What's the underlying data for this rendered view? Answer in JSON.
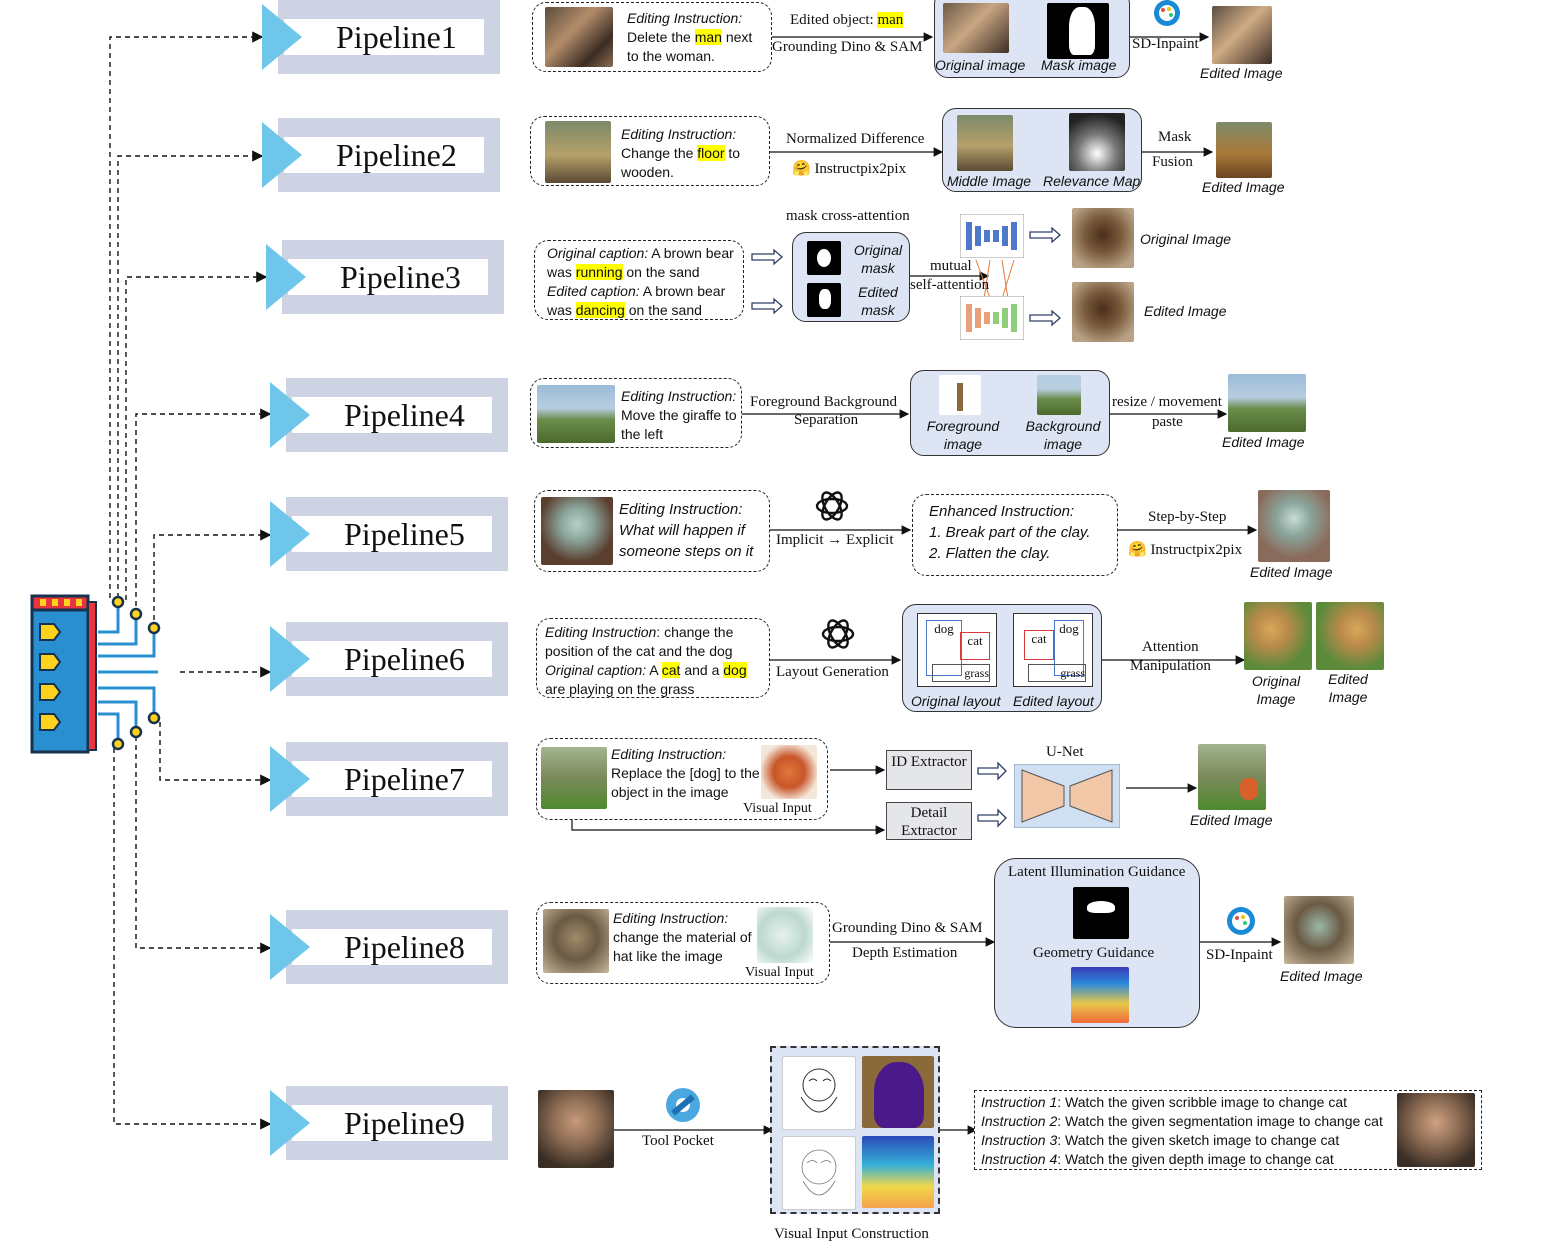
{
  "pipelines": [
    "Pipeline1",
    "Pipeline2",
    "Pipeline3",
    "Pipeline4",
    "Pipeline5",
    "Pipeline6",
    "Pipeline7",
    "Pipeline8",
    "Pipeline9"
  ],
  "p1": {
    "instr_label": "Editing Instruction:",
    "instr_pre": "Delete the ",
    "instr_hl": "man",
    "instr_post": " next to the woman.",
    "edited_object_label": "Edited object: ",
    "edited_object_value": "man",
    "tool": "Grounding Dino & SAM",
    "original_caption": "Original  image",
    "mask_caption": "Mask image",
    "inpaint": "SD-Inpaint",
    "result": "Edited Image"
  },
  "p2": {
    "instr_label": "Editing Instruction:",
    "instr_pre": "Change the ",
    "instr_hl": "floor",
    "instr_post": " to wooden.",
    "step1": "Normalized Difference",
    "step2": "Instructpix2pix",
    "middle": "Middle Image",
    "relevance": "Relevance Map",
    "fusion1": "Mask",
    "fusion2": "Fusion",
    "result": "Edited Image"
  },
  "p3": {
    "orig_label": "Original caption:",
    "orig_pre": " A brown bear was ",
    "orig_hl": "running",
    "orig_post": " on the sand",
    "edit_label": "Edited caption:",
    "edit_pre": " A brown bear was ",
    "edit_hl": "dancing",
    "edit_post": " on the sand",
    "cross_attn": "mask cross-attention",
    "orig_mask": "Original mask",
    "edit_mask": "Edited mask",
    "mutual": "mutual",
    "self_attn": "self-attention",
    "orig_img": "Original Image",
    "edit_img": "Edited Image"
  },
  "p4": {
    "instr_label": "Editing Instruction:",
    "instr_text": "Move the giraffe to the left",
    "step1a": "Foreground Background",
    "step1b": "Separation",
    "fg": "Foreground image",
    "bg": "Background image",
    "step2a": "resize / movement",
    "step2b": "paste",
    "result": "Edited Image"
  },
  "p5": {
    "instr_label": "Editing Instruction:",
    "instr_text": "What will happen if someone steps on it",
    "conv": "Implicit → Explicit",
    "enh_label": "Enhanced Instruction:",
    "enh_items": [
      "1.   Break part of the clay.",
      "2.   Flatten the clay."
    ],
    "step1": "Step-by-Step",
    "step2": "Instructpix2pix",
    "result": "Edited Image"
  },
  "p6": {
    "instr_label": "Editing Instruction",
    "instr_text": ": change the position of the cat and the dog",
    "cap_label": "Original caption:",
    "cap_pre": " A ",
    "cap_hl1": "cat",
    "cap_mid": " and a ",
    "cap_hl2": "dog",
    "cap_post": " are playing on the grass",
    "layout_gen": "Layout Generation",
    "orig_layout": "Original layout",
    "edit_layout": "Edited layout",
    "box_dog": "dog",
    "box_cat": "cat",
    "box_grass": "grass",
    "attn1": "Attention",
    "attn2": "Manipulation",
    "orig_img": "Original Image",
    "edit_img": "Edited Image"
  },
  "p7": {
    "instr_label": "Editing Instruction:",
    "instr_text": "Replace the [dog] to the object in the image",
    "visual_input": "Visual Input",
    "id_extractor": "ID Extractor",
    "detail_extractor": "Detail Extractor",
    "unet": "U-Net",
    "result": "Edited Image"
  },
  "p8": {
    "instr_label": "Editing Instruction:",
    "instr_text": "change the material of hat like the image",
    "visual_input": "Visual Input",
    "step1": "Grounding Dino & SAM",
    "step2": "Depth Estimation",
    "latent": "Latent Illumination Guidance",
    "geometry": "Geometry Guidance",
    "inpaint": "SD-Inpaint",
    "result": "Edited Image"
  },
  "p9": {
    "tool_pocket": "Tool Pocket",
    "visual_construction": "Visual Input Construction",
    "instructions": [
      {
        "label": "Instruction 1",
        "text": ": Watch the given scribble image to change cat"
      },
      {
        "label": "Instruction 2",
        "text": ": Watch the given segmentation image to change cat"
      },
      {
        "label": "Instruction 3",
        "text": ": Watch the given sketch image to change cat"
      },
      {
        "label": "Instruction 4",
        "text": ": Watch the given depth image to change cat"
      }
    ]
  },
  "colors": {
    "band": "#cdd3e3",
    "triangle": "#6ec6ea",
    "highlight": "#ffff00",
    "panel": "#dde5f4"
  }
}
